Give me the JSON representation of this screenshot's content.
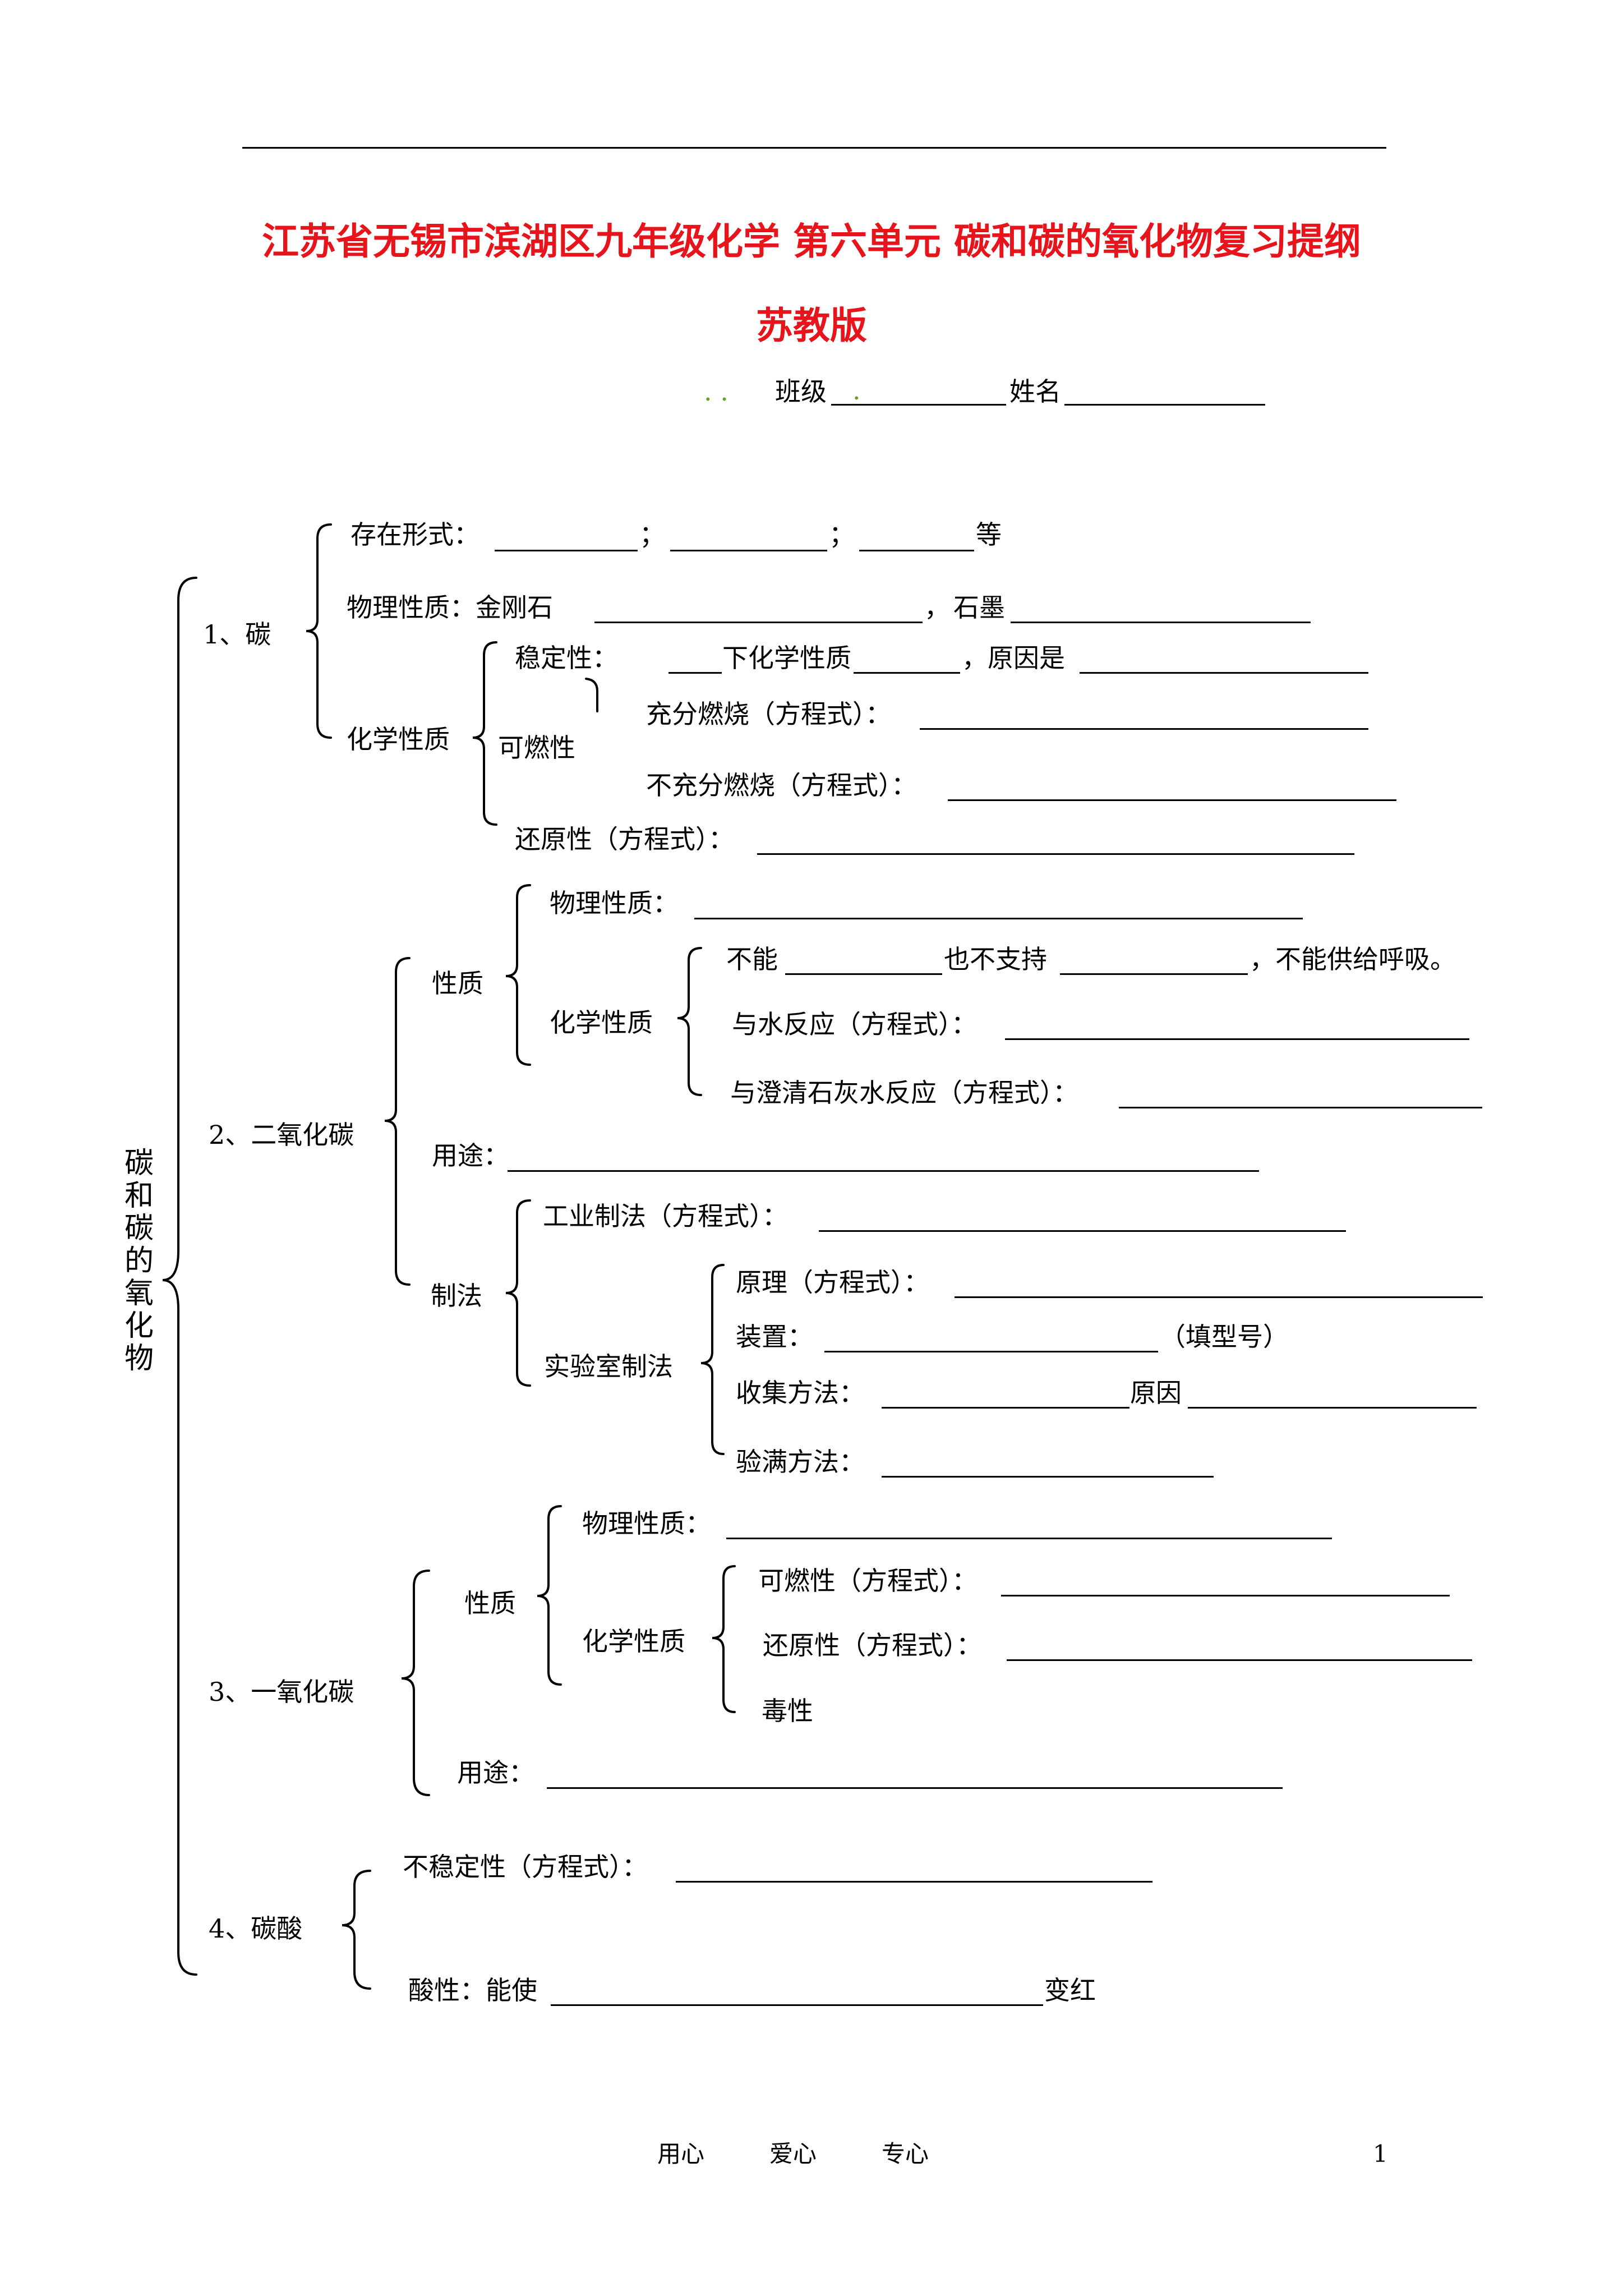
{
  "title_line1": "江苏省无锡市滨湖区九年级化学 第六单元 碳和碳的氧化物复习提纲",
  "title_line2": "苏教版",
  "header": {
    "dots": ". .",
    "dot3": ".",
    "class_label": "班级",
    "name_label": "姓名"
  },
  "root_label": "碳和碳的氧化物",
  "carbon": {
    "label": "1、碳",
    "exist": "存在形式：",
    "sep1": "；",
    "sep2": "；",
    "deng": "等",
    "phys": "物理性质：金刚石",
    "comma": "，",
    "graphite": "石墨",
    "chem": "化学性质",
    "stable": "稳定性：",
    "stable_mid": "下化学性质",
    "stable_reason": "，原因是",
    "flammable": "可燃性",
    "full_burn": "充分燃烧（方程式）：",
    "partial_burn": "不充分燃烧（方程式）：",
    "reduce": "还原性（方程式）："
  },
  "co2": {
    "label": "2、二氧化碳",
    "prop": "性质",
    "phys": "物理性质：",
    "chem": "化学性质",
    "cannot": "不能",
    "nor_support": "也不支持",
    "no_breath": "，不能供给呼吸。",
    "water": "与水反应（方程式）：",
    "limewater": "与澄清石灰水反应（方程式）：",
    "use": "用途：",
    "make": "制法",
    "industrial": "工业制法（方程式）：",
    "lab": "实验室制法",
    "principle": "原理（方程式）：",
    "device": "装置：",
    "fill_code": "（填型号）",
    "collect": "收集方法：",
    "reason": "原因",
    "check_full": "验满方法："
  },
  "co": {
    "label": "3、一氧化碳",
    "prop": "性质",
    "phys": "物理性质：",
    "chem": "化学性质",
    "flammable": "可燃性（方程式）：",
    "reduce": "还原性（方程式）：",
    "toxic": "毒性",
    "use": "用途："
  },
  "h2co3": {
    "label": "4、碳酸",
    "unstable": "不稳定性（方程式）：",
    "acid": "酸性：能使",
    "turn_red": "变红"
  },
  "footer": {
    "w1": "用心",
    "w2": "爱心",
    "w3": "专心",
    "page": "1"
  }
}
